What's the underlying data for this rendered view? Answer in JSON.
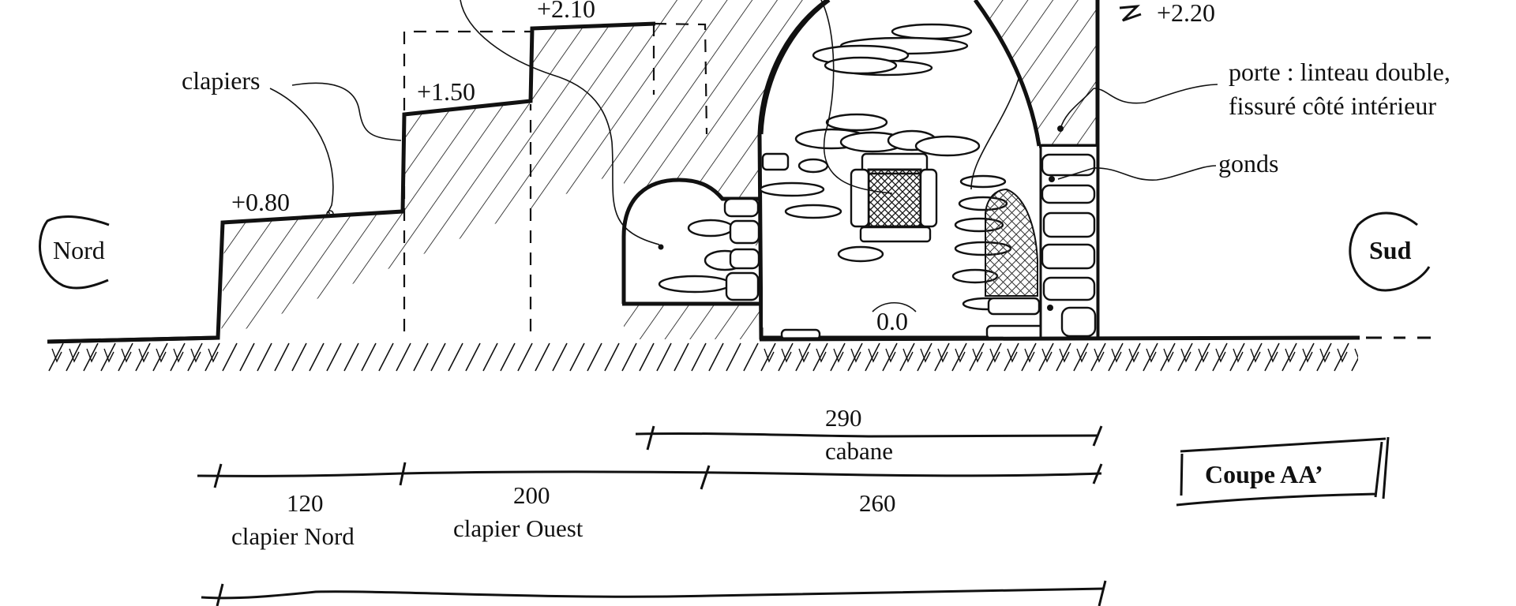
{
  "drawing": {
    "title": "Coupe AA’",
    "orientation": {
      "left": "Nord",
      "right": "Sud"
    },
    "elevations": {
      "step1": "+0.80",
      "step2": "+1.50",
      "step3": "+2.10",
      "right_wall": "+2.20",
      "floor": "0.0"
    },
    "annotations": {
      "clapiers": "clapiers",
      "porte_line1": "porte : linteau double,",
      "porte_line2": "fissuré côté intérieur",
      "gonds": "gonds"
    },
    "dimensions": {
      "cabane_value": "290",
      "cabane_label": "cabane",
      "clapier_nord_value": "120",
      "clapier_nord_label": "clapier Nord",
      "clapier_ouest_value": "200",
      "clapier_ouest_label": "clapier Ouest",
      "remaining_value": "260"
    }
  }
}
